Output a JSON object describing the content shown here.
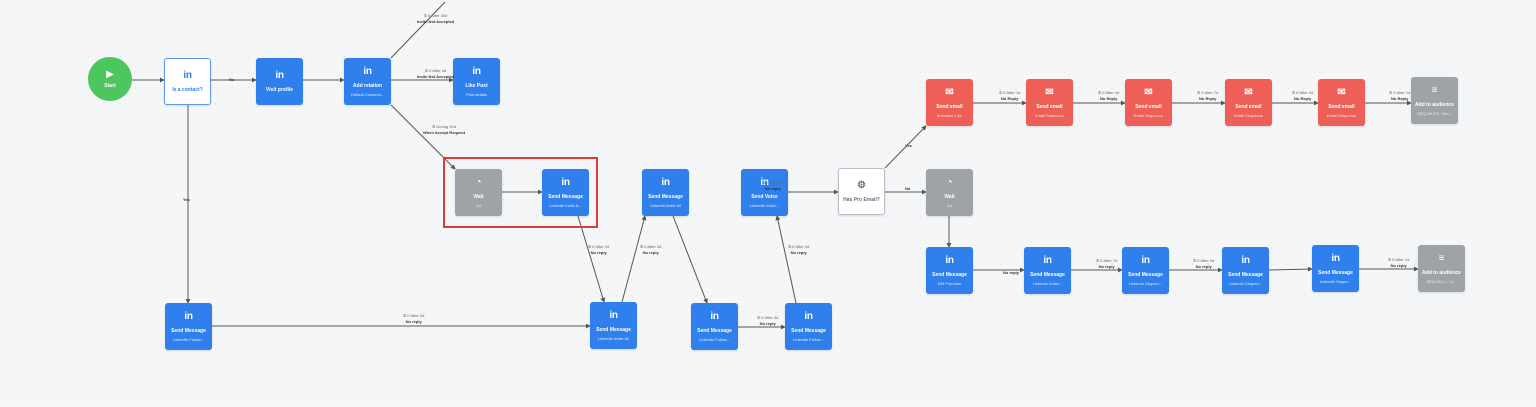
{
  "start": {
    "label": "Start",
    "icon": "play-icon"
  },
  "nodes": [
    {
      "id": "n1",
      "color": "outline",
      "icon": "in",
      "title": "Is a contact?",
      "sub": ""
    },
    {
      "id": "n2",
      "color": "blue",
      "icon": "in",
      "title": "Visit profile",
      "sub": ""
    },
    {
      "id": "n3",
      "color": "blue",
      "icon": "in",
      "title": "Add relation",
      "sub": "Default Connecti..."
    },
    {
      "id": "n4",
      "color": "blue",
      "icon": "in",
      "title": "Like Post",
      "sub": "Post details"
    },
    {
      "id": "n5",
      "color": "gray",
      "icon": "◔",
      "title": "Wait",
      "sub": "1d"
    },
    {
      "id": "n6",
      "color": "blue",
      "icon": "in",
      "title": "Send Message",
      "sub": "Linkedin Invite A..."
    },
    {
      "id": "n7",
      "color": "blue",
      "icon": "in",
      "title": "Send Message",
      "sub": "LinkedIn Invite #2"
    },
    {
      "id": "n8",
      "color": "blue",
      "icon": "in",
      "title": "Send Message",
      "sub": "Linkedin Invite #2"
    },
    {
      "id": "n9",
      "color": "blue",
      "icon": "in",
      "title": "Send Message",
      "sub": "Linkedin Follow..."
    },
    {
      "id": "n10",
      "color": "blue",
      "icon": "in",
      "title": "Send Message",
      "sub": "Linkedin Follow..."
    },
    {
      "id": "n11",
      "color": "blue",
      "icon": "in",
      "title": "Send Voice",
      "sub": "Linkedin Voice..."
    },
    {
      "id": "n12",
      "color": "blue",
      "icon": "in",
      "title": "Send Message",
      "sub": "LinkedIn Follow..."
    },
    {
      "id": "n13",
      "color": "white",
      "icon": "⚙",
      "title": "Has Pro Email?",
      "sub": ""
    },
    {
      "id": "n14",
      "color": "red",
      "icon": "✉",
      "title": "Send email",
      "sub": "Invitation 1 #1"
    },
    {
      "id": "n15",
      "color": "red",
      "icon": "✉",
      "title": "Send email",
      "sub": "Email Sequence"
    },
    {
      "id": "n16",
      "color": "red",
      "icon": "✉",
      "title": "Send email",
      "sub": "Email Sequence"
    },
    {
      "id": "n17",
      "color": "red",
      "icon": "✉",
      "title": "Send email",
      "sub": "Email Sequence"
    },
    {
      "id": "n18",
      "color": "red",
      "icon": "✉",
      "title": "Send email",
      "sub": "Email Sequence"
    },
    {
      "id": "n19",
      "color": "gray",
      "icon": "≡",
      "title": "Add to audience",
      "sub": "SEQ-OK-E3 · Em..."
    },
    {
      "id": "n20",
      "color": "gray",
      "icon": "◔",
      "title": "Wait",
      "sub": "1d"
    },
    {
      "id": "n21",
      "color": "blue",
      "icon": "in",
      "title": "Send Message",
      "sub": "DM Premium"
    },
    {
      "id": "n22",
      "color": "blue",
      "icon": "in",
      "title": "Send Message",
      "sub": "LinkedIn Invita..."
    },
    {
      "id": "n23",
      "color": "blue",
      "icon": "in",
      "title": "Send Message",
      "sub": "LinkedIn Sequen..."
    },
    {
      "id": "n24",
      "color": "blue",
      "icon": "in",
      "title": "Send Message",
      "sub": "LinkedIn Sequen..."
    },
    {
      "id": "n25",
      "color": "blue",
      "icon": "in",
      "title": "Send Message",
      "sub": "Linkedin Seque..."
    },
    {
      "id": "n26",
      "color": "gray",
      "icon": "≡",
      "title": "Add to audience",
      "sub": "SEQ-OK-LI · Li..."
    }
  ],
  "labels": [
    {
      "id": "l1",
      "time": "",
      "text": "No"
    },
    {
      "id": "l2",
      "time": "",
      "text": "Yes"
    },
    {
      "id": "l3",
      "time": "⏲ If After 30d",
      "text": "Invite Not Accepted"
    },
    {
      "id": "l4",
      "time": "⏲ If After 4d",
      "text": "Invite Not Accepted"
    },
    {
      "id": "l5",
      "time": "⏲ During 30d",
      "text": "When Accept Request"
    },
    {
      "id": "l6",
      "time": "⏲ If After 2d",
      "text": "No reply"
    },
    {
      "id": "l7",
      "time": "⏲ If After 3d",
      "text": "No reply"
    },
    {
      "id": "l8",
      "time": "⏲ If After 5d",
      "text": "No reply"
    },
    {
      "id": "l9",
      "time": "⏲ If After 3d",
      "text": "No reply"
    },
    {
      "id": "l10",
      "time": "⏲ If After 3d",
      "text": "No reply"
    },
    {
      "id": "l11",
      "time": "⏲ If After 2d",
      "text": "No reply"
    },
    {
      "id": "l12",
      "time": "",
      "text": "Yes"
    },
    {
      "id": "l13",
      "time": "",
      "text": "No"
    },
    {
      "id": "l14",
      "time": "⏲ If After 1d",
      "text": "No Reply"
    },
    {
      "id": "l15",
      "time": "⏲ If After 4d",
      "text": "No Reply"
    },
    {
      "id": "l16",
      "time": "⏲ If After 7d",
      "text": "No Reply"
    },
    {
      "id": "l17",
      "time": "⏲ If After 4d",
      "text": "No Reply"
    },
    {
      "id": "l18",
      "time": "⏲ If After 1d",
      "text": "No Reply"
    },
    {
      "id": "l19",
      "time": "⏲ If After 7d",
      "text": "No reply"
    },
    {
      "id": "l20",
      "time": "⏲ If After 9d",
      "text": "No reply"
    },
    {
      "id": "l21",
      "time": "",
      "text": "No reply"
    },
    {
      "id": "l22",
      "time": "⏲ If After 1d",
      "text": "No reply"
    }
  ],
  "colors": {
    "blue": "#2f80ed",
    "red": "#ee5f57",
    "gray": "#9ea3a8",
    "green": "#4cc65d",
    "highlight": "#e53935",
    "edge": "#555555"
  }
}
